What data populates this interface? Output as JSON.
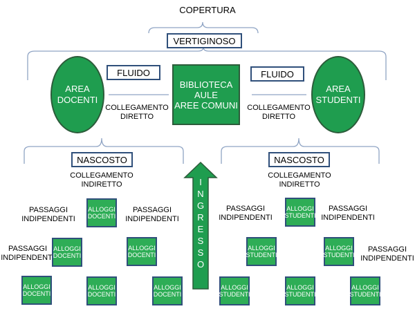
{
  "copertura": "COPERTURA",
  "vertiginoso": "VERTIGINOSO",
  "fluido_left": "FLUIDO",
  "fluido_right": "FLUIDO",
  "area_docenti": "AREA\nDOCENTI",
  "area_studenti": "AREA\nSTUDENTI",
  "biblioteca": "BIBLIOTECA\nAULE\nAREE COMUNI",
  "collegamento_diretto_left": "COLLEGAMENTO\nDIRETTO",
  "collegamento_diretto_right": "COLLEGAMENTO\nDIRETTO",
  "nascosto_left": "NASCOSTO",
  "nascosto_right": "NASCOSTO",
  "collegamento_indiretto_left": "COLLEGAMENTO\nINDIRETTO",
  "collegamento_indiretto_right": "COLLEGAMENTO\nINDIRETTO",
  "ingresso": "I\nN\nG\nR\nE\nS\nS\nO",
  "passaggi": "PASSAGGI\nINDIPENDENTI",
  "alloggi_docenti": "ALLOGGI\nDOCENTI",
  "alloggi_studenti": "ALLOGGI\nSTUDENTI",
  "colors": {
    "green": "#1f9d4f",
    "border_blue": "#2f4f7a",
    "bracket": "#8fa4c4"
  }
}
